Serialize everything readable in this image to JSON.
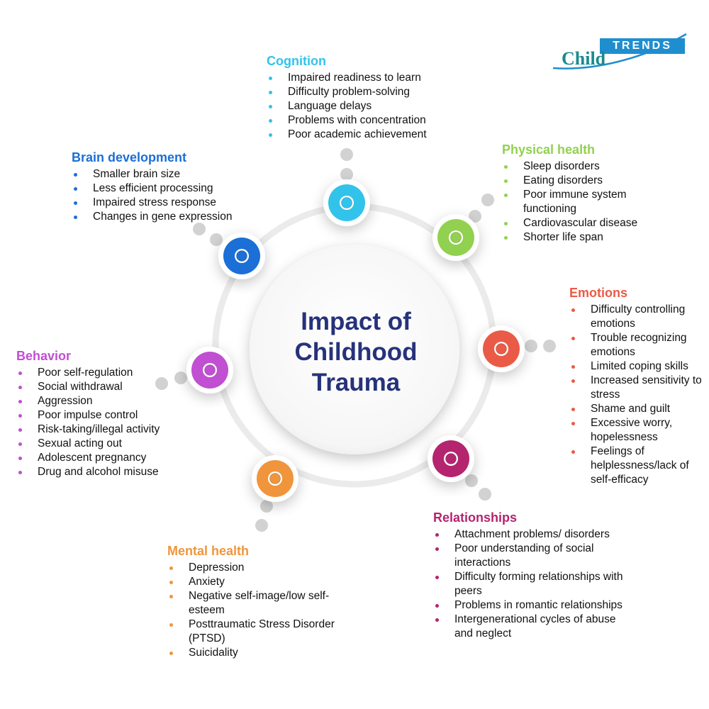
{
  "title_lines": [
    "Impact of",
    "Childhood",
    "Trauma"
  ],
  "colors": {
    "title": "#26327a",
    "ring": "#ebebeb",
    "connector_dot": "#d2d2d2",
    "logo_blue": "#1f8ecf",
    "logo_teal": "#1a8a8f"
  },
  "logo": {
    "bar_text": "TRENDS",
    "word": "Child"
  },
  "categories": [
    {
      "id": "cognition",
      "heading": "Cognition",
      "color": "#32c3ea",
      "items": [
        "Impaired readiness to learn",
        "Difficulty problem-solving",
        "Language delays",
        "Problems with concentration",
        "Poor academic achievement"
      ]
    },
    {
      "id": "physical-health",
      "heading": "Physical health",
      "color": "#92d14f",
      "items": [
        "Sleep disorders",
        "Eating disorders",
        "Poor immune system functioning",
        "Cardiovascular disease",
        "Shorter life span"
      ]
    },
    {
      "id": "emotions",
      "heading": "Emotions",
      "color": "#ea5b47",
      "items": [
        "Difficulty controlling emotions",
        "Trouble recognizing emotions",
        "Limited coping skills",
        "Increased sensitivity to stress",
        "Shame and guilt",
        "Excessive worry, hopelessness",
        "Feelings of helplessness/lack of self-efficacy"
      ]
    },
    {
      "id": "relationships",
      "heading": "Relationships",
      "color": "#b4246f",
      "items": [
        "Attachment problems/ disorders",
        "Poor understanding of social interactions",
        "Difficulty forming relationships with peers",
        "Problems in romantic relationships",
        "Intergenerational cycles of abuse and neglect"
      ]
    },
    {
      "id": "mental-health",
      "heading": "Mental health",
      "color": "#f0953b",
      "items": [
        "Depression",
        "Anxiety",
        "Negative self-image/low self-esteem",
        "Posttraumatic Stress Disorder (PTSD)",
        "Suicidality"
      ]
    },
    {
      "id": "behavior",
      "heading": "Behavior",
      "color": "#c14fd2",
      "items": [
        "Poor self-regulation",
        "Social withdrawal",
        "Aggression",
        "Poor impulse control",
        "Risk-taking/illegal activity",
        "Sexual acting out",
        "Adolescent pregnancy",
        "Drug and alcohol misuse"
      ]
    },
    {
      "id": "brain-development",
      "heading": "Brain development",
      "color": "#1b6fd6",
      "items": [
        "Smaller brain size",
        "Less efficient processing",
        "Impaired stress response",
        "Changes in gene expression"
      ]
    }
  ]
}
